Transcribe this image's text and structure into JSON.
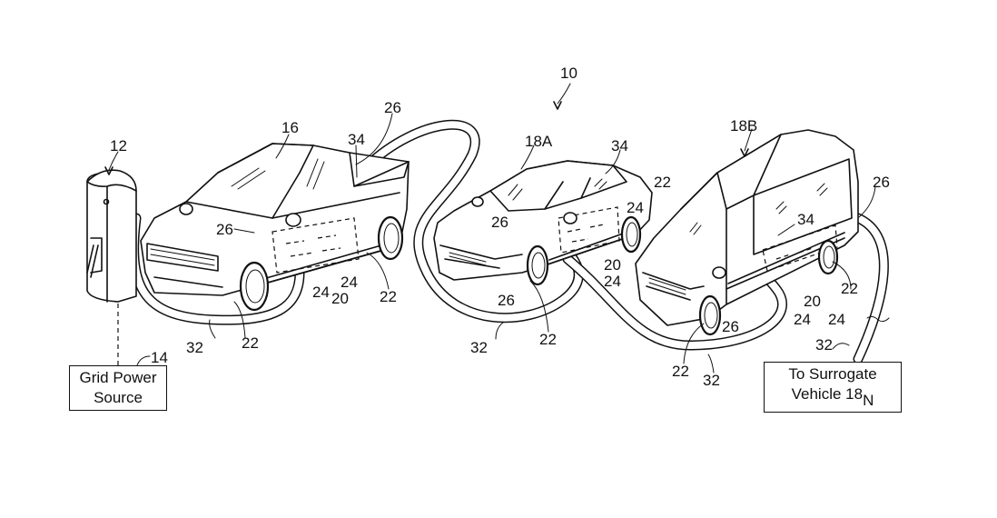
{
  "figure": {
    "system_ref": "10",
    "charging_station_ref": "12",
    "grid_ref": "14",
    "grid_box": {
      "line1": "Grid Power",
      "line2": "Source"
    },
    "host_vehicle_ref": "16",
    "surrogate_a_ref": "18A",
    "surrogate_b_ref": "18B",
    "surrogate_box": {
      "line1": "To Surrogate",
      "line2_main": "Vehicle 18",
      "line2_sub": "N"
    },
    "truck_labels": {
      "cable_top": "26",
      "cable_front": "26",
      "cutout": "34",
      "wheel_front": "22",
      "wheel_rear": "22",
      "battery": "20",
      "cell_a": "24",
      "cell_b": "24",
      "hose": "32"
    },
    "car_labels": {
      "port_front": "26",
      "port_low": "26",
      "cutout": "34",
      "wheel_rear": "22",
      "wheel_front": "22",
      "cell_top": "24",
      "cell_low": "24",
      "battery": "20",
      "hose": "32"
    },
    "van_labels": {
      "port_rear": "26",
      "port_front": "26",
      "cutout": "34",
      "wheel_rear": "22",
      "wheel_front": "22",
      "battery": "20",
      "cell_a": "24",
      "cell_b": "24",
      "hose_main": "32",
      "hose_out": "32"
    }
  },
  "colors": {
    "ink": "#111111",
    "paper": "#ffffff"
  }
}
